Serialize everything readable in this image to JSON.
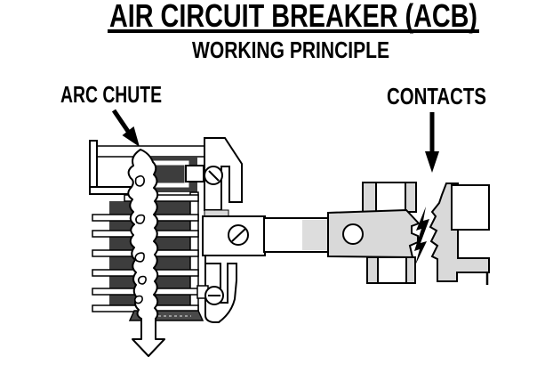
{
  "header": {
    "title": "AIR CIRCUIT BREAKER (ACB)",
    "subtitle": "WORKING PRINCIPLE"
  },
  "labels": {
    "arc_chute": "ARC CHUTE",
    "contacts": "CONTACTS"
  },
  "diagram": {
    "description": "Cross-section of an air circuit breaker: an arc chute with splitter plates quenching a rising arc (exhaust arrow below), a linkage shaft, and separating moving/fixed contacts with a spark between them"
  },
  "colors": {
    "bg": "#ffffff",
    "ink": "#000000",
    "plate_dark": "#3d3d3d",
    "metal_light": "#d9d9d9",
    "stipple": "#dddddd",
    "support_dark": "#4a4a4a"
  }
}
